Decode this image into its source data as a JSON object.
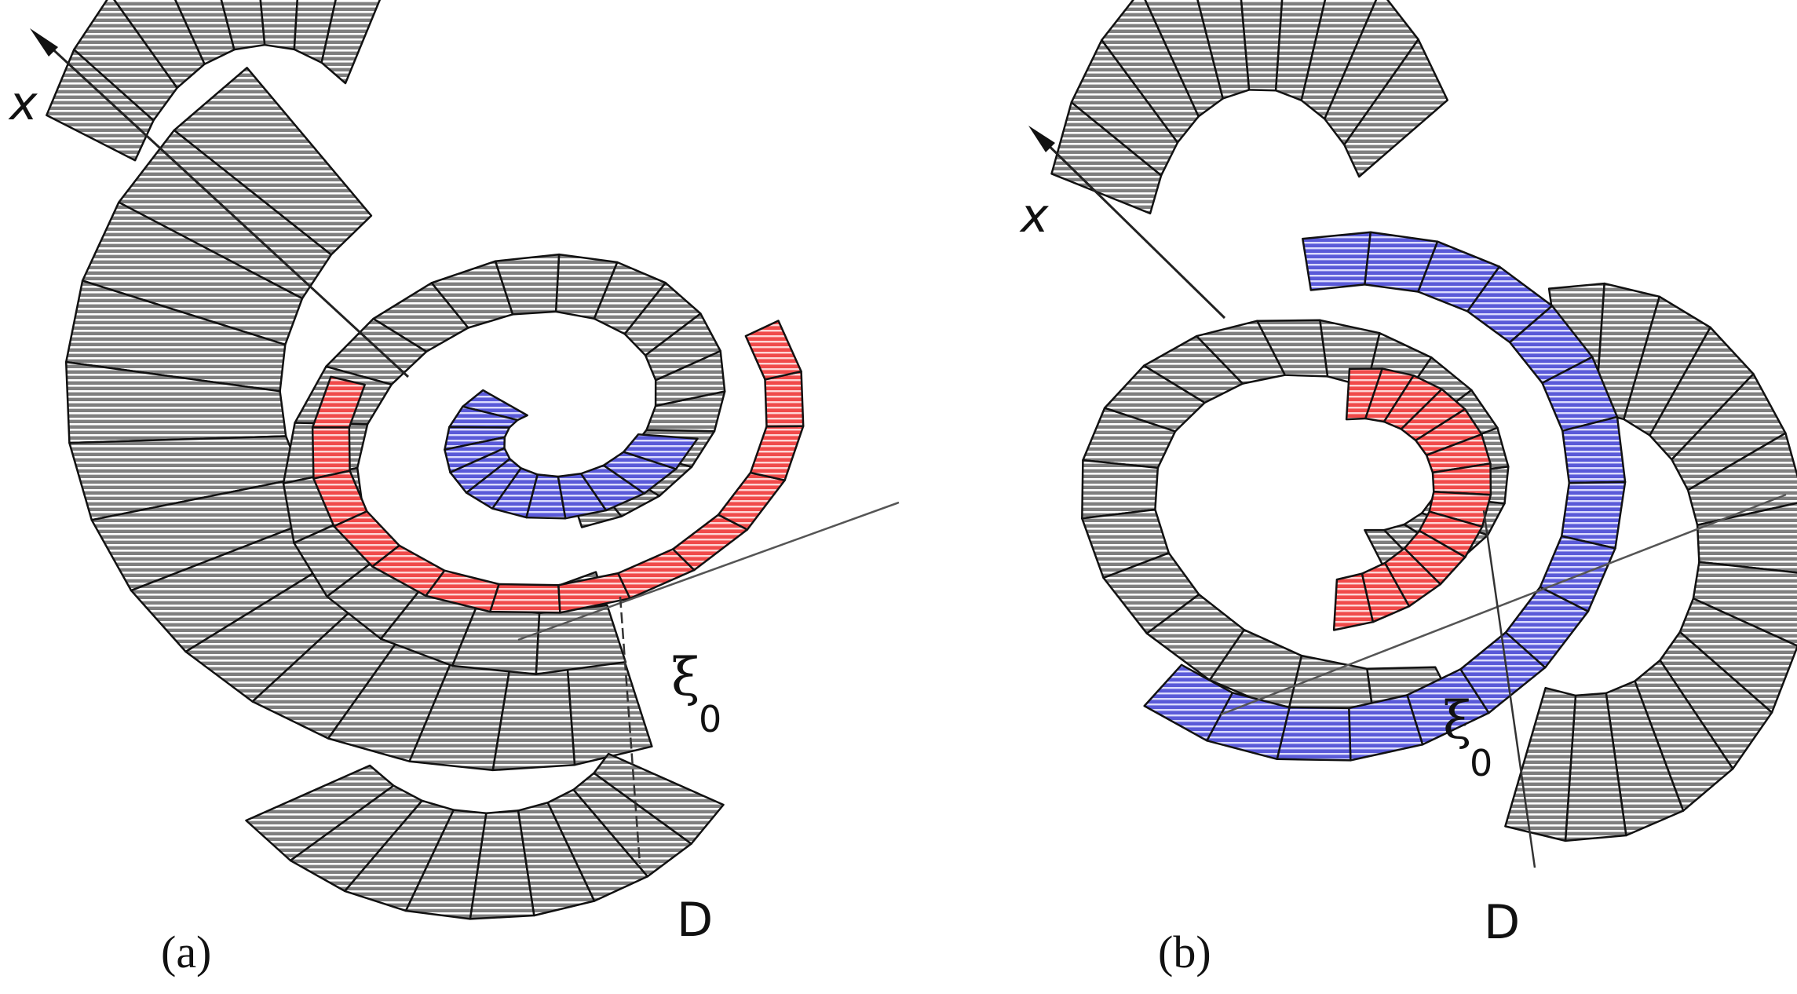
{
  "figure": {
    "panels": [
      {
        "id": "a",
        "label": "(a)",
        "axis_label": "x",
        "perp_label": "D",
        "marker_symbol": "ξ",
        "marker_subscript": "0",
        "highlight_colors": {
          "outer": "#ff5555",
          "inner": "#6b6bdd"
        }
      },
      {
        "id": "b",
        "label": "(b)",
        "axis_label": "x",
        "perp_label": "D",
        "marker_symbol": "ξ",
        "marker_subscript": "0",
        "highlight_colors": {
          "inner": "#ff4a4a",
          "outer": "#6464e6"
        }
      }
    ],
    "colors": {
      "mesh_fill": "#8c8c8c",
      "mesh_line": "#ffffff",
      "edge": "#111111",
      "axis": "#333333"
    }
  }
}
